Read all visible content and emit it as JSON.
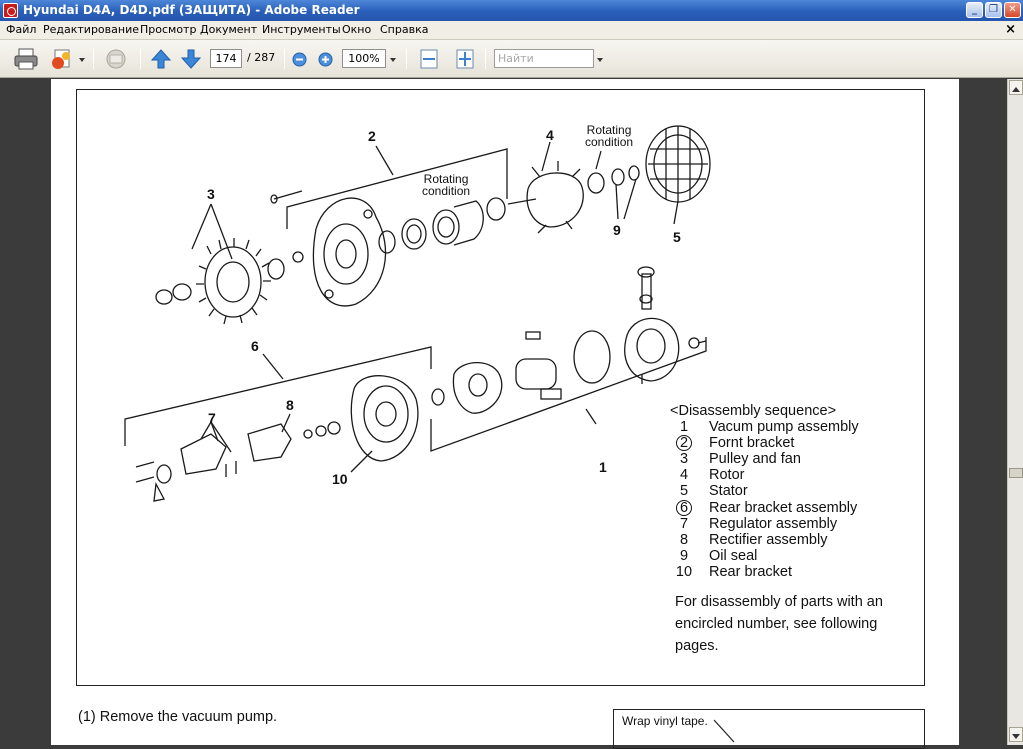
{
  "window": {
    "title": "Hyundai D4A, D4D.pdf (ЗАЩИТА) - Adobe Reader",
    "minimize": "_",
    "maximize": "❐",
    "close": "✕"
  },
  "menu": {
    "items": [
      "Файл",
      "Редактирование",
      "Просмотр",
      "Документ",
      "Инструменты",
      "Окно",
      "Справка"
    ],
    "doc_close": "×"
  },
  "toolbar": {
    "page_current": "174",
    "page_total": "/ 287",
    "zoom": "100%",
    "search_placeholder": "Найти"
  },
  "diagram": {
    "callouts": [
      "2",
      "4",
      "3",
      "9",
      "5",
      "6",
      "8",
      "7",
      "10",
      "1"
    ],
    "notes": [
      "Rotating\ncondition",
      "Rotating\ncondition"
    ],
    "sequence_title": "<Disassembly sequence>",
    "sequence": [
      {
        "num": "1",
        "label": "Vacum pump assembly",
        "circled": false
      },
      {
        "num": "2",
        "label": "Fornt bracket",
        "circled": true
      },
      {
        "num": "3",
        "label": "Pulley and fan",
        "circled": false
      },
      {
        "num": "4",
        "label": "Rotor",
        "circled": false
      },
      {
        "num": "5",
        "label": "Stator",
        "circled": false
      },
      {
        "num": "6",
        "label": "Rear bracket assembly",
        "circled": true
      },
      {
        "num": "7",
        "label": "Regulator assembly",
        "circled": false
      },
      {
        "num": "8",
        "label": "Rectifier assembly",
        "circled": false
      },
      {
        "num": "9",
        "label": "Oil seal",
        "circled": false
      },
      {
        "num": "10",
        "label": "Rear bracket",
        "circled": false
      }
    ],
    "footnote": "For disassembly of parts with an encircled number, see following pages."
  },
  "body": {
    "step": "(1)  Remove the vacuum pump.",
    "inset_label": "Wrap vinyl tape."
  }
}
